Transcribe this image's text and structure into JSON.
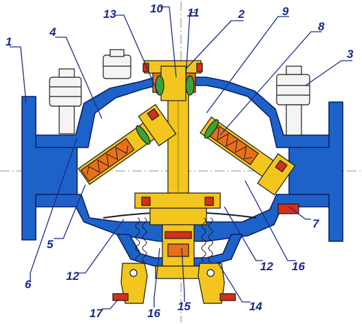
{
  "colors": {
    "body_blue": "#1d62c8",
    "body_outline": "#0a1f6b",
    "part_yellow": "#f2c61e",
    "part_orange": "#e8701c",
    "part_red": "#d4301c",
    "part_green": "#3aa33a",
    "bolt_white": "#f4f4f4",
    "callout_text": "#1a2a8a"
  },
  "callouts": {
    "c1": "1",
    "c2": "2",
    "c3": "3",
    "c4": "4",
    "c5": "5",
    "c6": "6",
    "c7": "7",
    "c8": "8",
    "c9": "9",
    "c10": "10",
    "c11": "11",
    "c12a": "12",
    "c12b": "12",
    "c13": "13",
    "c14": "14",
    "c15": "15",
    "c16a": "16",
    "c16b": "16",
    "c17": "17"
  }
}
